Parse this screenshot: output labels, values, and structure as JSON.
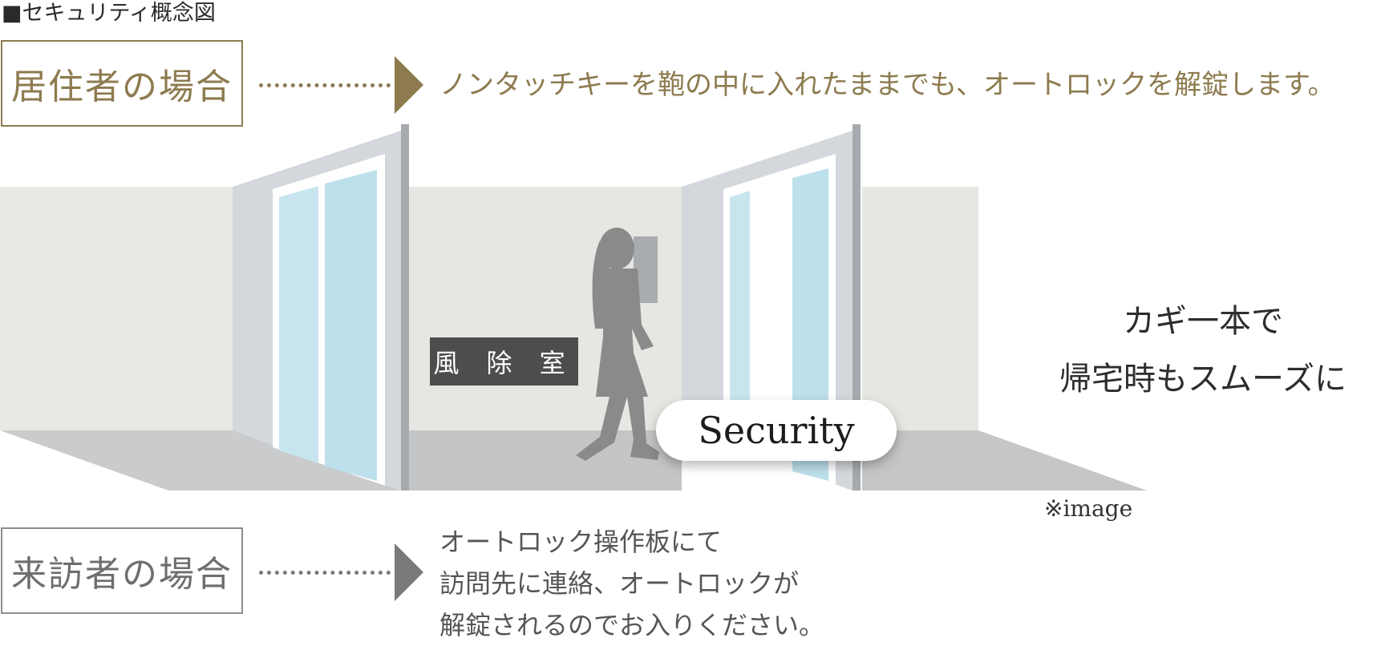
{
  "heading": "■セキュリティ概念図",
  "resident": {
    "label": "居住者の場合",
    "description": "ノンタッチキーを鞄の中に入れたままでも、オートロックを解錠します。"
  },
  "visitor": {
    "label": "来訪者の場合",
    "description_lines": [
      "オートロック操作板にて",
      "訪問先に連絡、オートロックが",
      "解錠されるのでお入りください。"
    ]
  },
  "scene": {
    "room_label": "風 除 室",
    "security_label": "Security"
  },
  "tagline": {
    "line1": "カギ一本で",
    "line2": "帰宅時もスムーズに"
  },
  "image_note": "※image",
  "colors": {
    "resident_accent": "#8d7b4f",
    "visitor_accent": "#7a7a7a",
    "wall": "#e7e7e3",
    "floor": "#c4c6c8",
    "glass": "#c2e2ee"
  }
}
